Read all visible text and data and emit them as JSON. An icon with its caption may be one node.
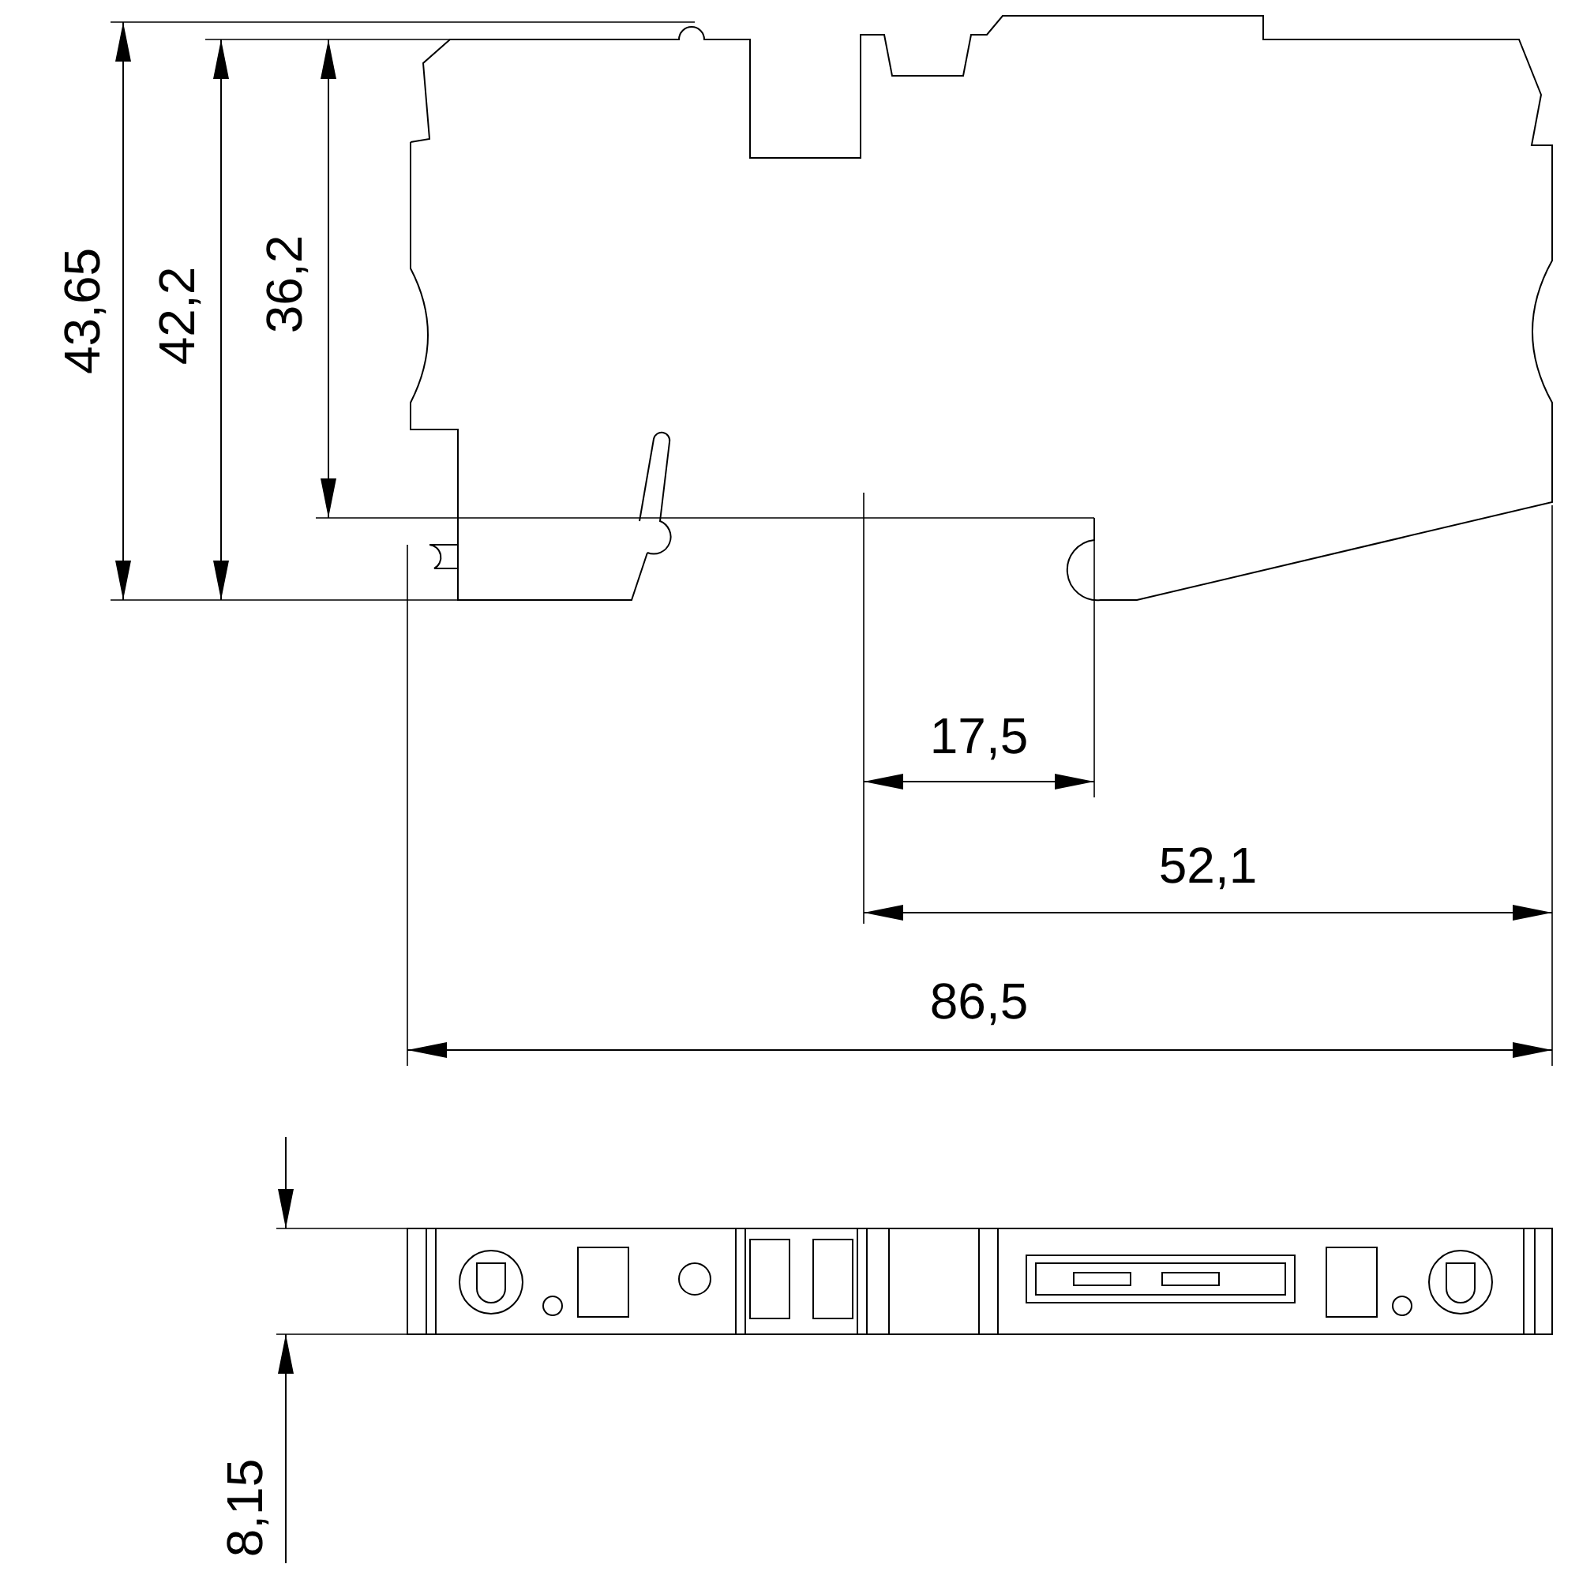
{
  "diagram": {
    "labels": [
      "43,65",
      "42,2",
      "36,2",
      "17,5",
      "52,1",
      "86,5",
      "8,15"
    ]
  }
}
